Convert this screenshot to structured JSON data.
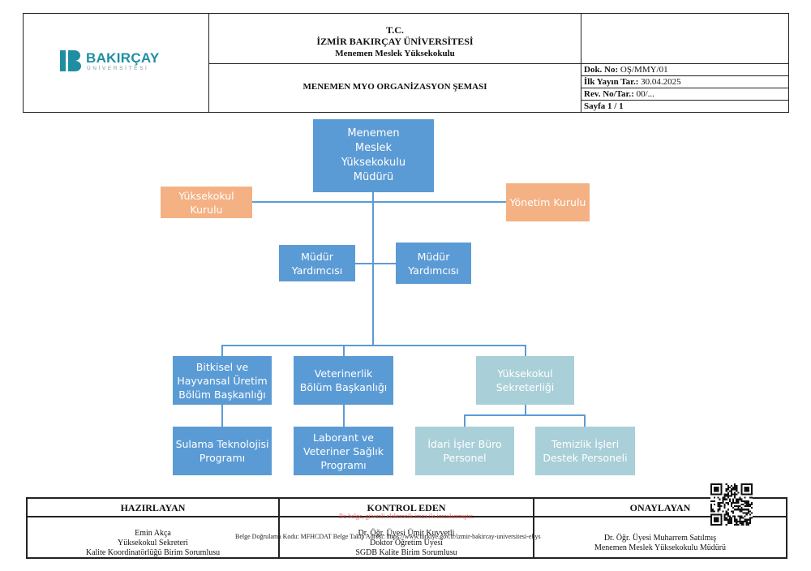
{
  "header": {
    "logo": {
      "brand": "BAKIRÇAY",
      "sub": "ÜNİVERSİTESİ"
    },
    "institution": {
      "line1": "T.C.",
      "line2": "İZMİR BAKIRÇAY ÜNİVERSİTESİ",
      "line3": "Menemen Meslek Yüksekokulu"
    },
    "document_title": "MENEMEN MYO ORGANİZASYON ŞEMASI",
    "meta": [
      {
        "label": "Dok. No:",
        "value": " OŞ/MMY/01"
      },
      {
        "label": "İlk Yayın Tar.:",
        "value": " 30.04.2025"
      },
      {
        "label": "Rev. No/Tar.:",
        "value": " 00/..."
      },
      {
        "label": "Sayfa 1 / 1",
        "value": ""
      }
    ]
  },
  "org_chart": {
    "director": "Menemen Meslek Yüksekokulu Müdürü",
    "board_left": "Yüksekokul Kurulu",
    "board_right": "Yönetim Kurulu",
    "deputy_left": "Müdür Yardımcısı",
    "deputy_right": "Müdür Yardımcısı",
    "dept_plant_animal": "Bitkisel ve Hayvansal Üretim Bölüm Başkanlığı",
    "dept_veterinary": "Veterinerlik Bölüm Başkanlığı",
    "school_secretariat": "Yüksekokul Sekreterliği",
    "prog_irrigation": "Sulama Teknolojisi Programı",
    "prog_lab_vet": "Laborant ve Veteriner Sağlık Programı",
    "admin_office": "İdari İşler Büro Personel",
    "cleaning_support": "Temizlik İşleri Destek Personeli"
  },
  "footer": {
    "prepared": {
      "heading": "HAZIRLAYAN",
      "name": "Emin Akça",
      "title1": "Yüksekokul Sekreteri",
      "title2": "Kalite Koordinatörlüğü Birim Sorumlusu"
    },
    "checked": {
      "heading": "KONTROL EDEN",
      "name": "Dr. Öğr. Üyesi Ümit Kuvvetli",
      "title1": "Doktor Öğretim Üyesi",
      "title2": "SGDB Kalite Birim Sorumlusu"
    },
    "approved": {
      "heading": "ONAYLAYAN",
      "name": "Dr. Öğr. Üyesi Muharrem Satılmış",
      "title1": "Menemen Meslek Yüksekokulu Müdürü"
    },
    "esign_notice": "Bu belge, güvenli elektronik imza ile imzalanmıştır.",
    "verification": "Belge Doğrulama Kodu: MFHCDAT  Belge Takip Adresi: https://www.turkiye.gov.tr/izmir-bakircay-universitesi-ebys"
  },
  "colors": {
    "primary_box": "#5b9bd5",
    "board_box": "#f4b183",
    "secretariat_box": "#a9cfd8",
    "brand_teal": "#1f8ea3"
  }
}
